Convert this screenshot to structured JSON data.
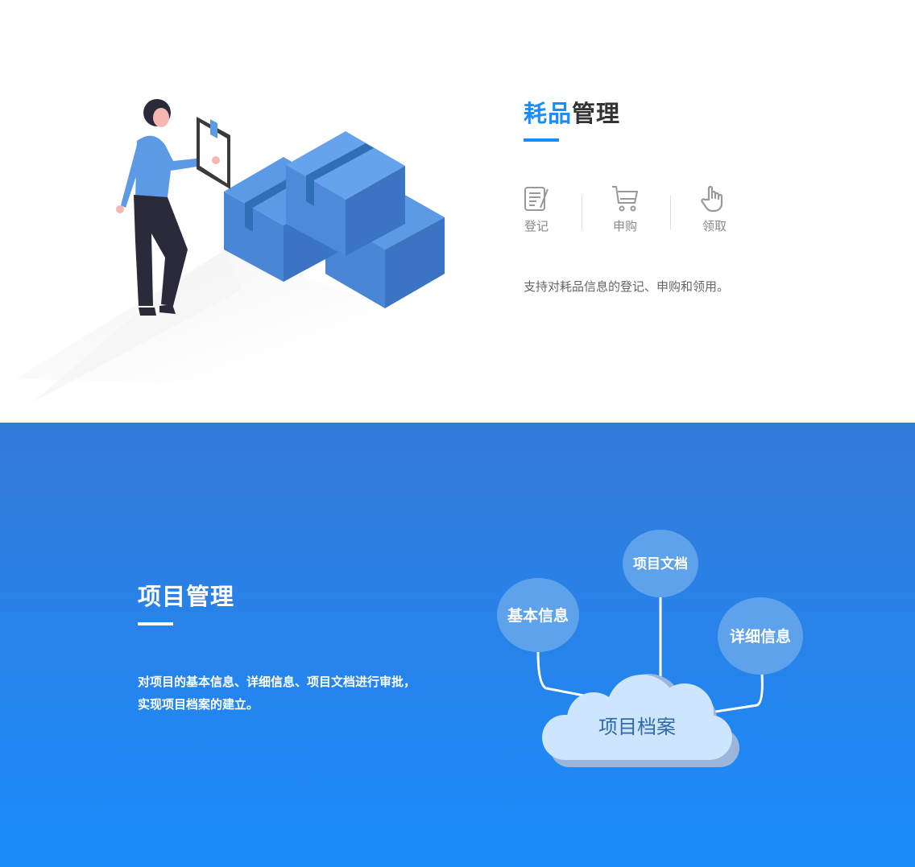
{
  "consumables": {
    "title_highlight": "耗品",
    "title_rest": "管理",
    "features": [
      {
        "icon": "register-form-icon",
        "label": "登记"
      },
      {
        "icon": "shopping-cart-icon",
        "label": "申购"
      },
      {
        "icon": "hand-pointer-icon",
        "label": "领取"
      }
    ],
    "description": "支持对耗品信息的登记、申购和领用。",
    "accent_color": "#1a8cfb"
  },
  "project": {
    "title": "项目管理",
    "description_lines": [
      "对项目的基本信息、详细信息、项目文档进行审批，",
      "实现项目档案的建立。"
    ],
    "diagram": {
      "center": "项目档案",
      "nodes": [
        "基本信息",
        "项目文档",
        "详细信息"
      ]
    },
    "background_colors": [
      "#347ad9",
      "#1a8cfb"
    ]
  }
}
